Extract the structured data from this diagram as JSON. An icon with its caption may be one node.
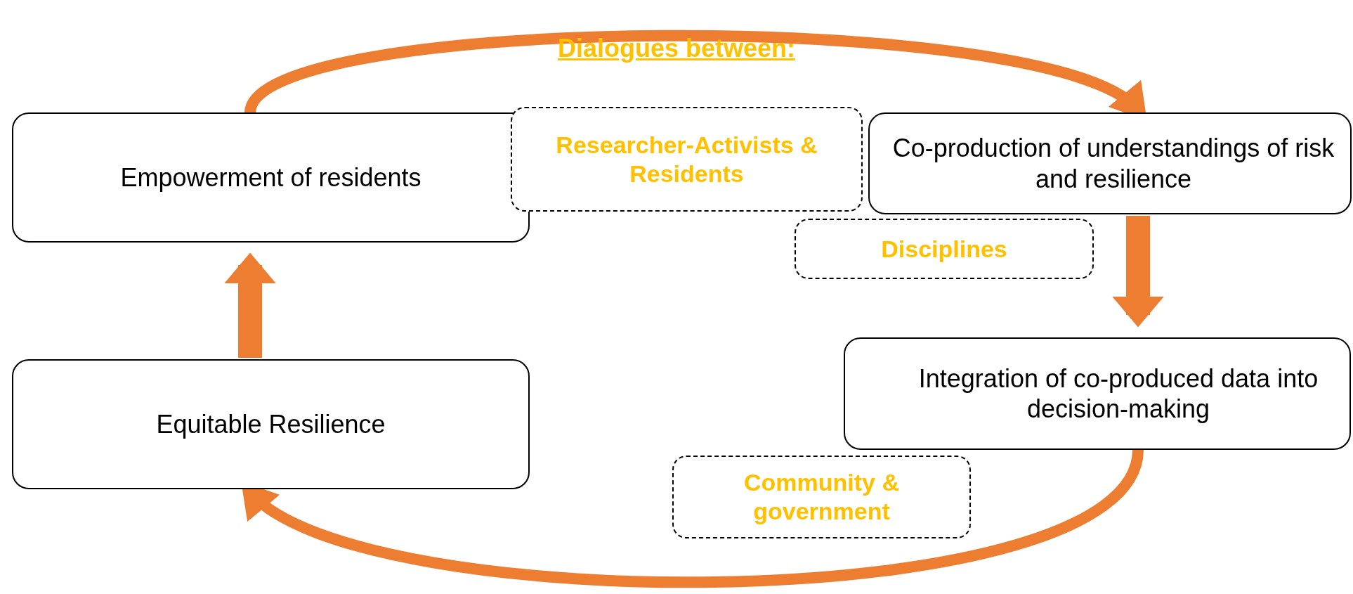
{
  "diagram": {
    "title": "Dialogues between:",
    "nodes": [
      {
        "text": [
          "Empowerment of residents"
        ]
      },
      {
        "text": [
          "Co-production of understandings of risk and resilience"
        ]
      },
      {
        "text": [
          "Integration of co-produced data into decision-making"
        ]
      },
      {
        "text": [
          "Equitable Resilience"
        ]
      },
      {
        "text": [
          "Researcher-Activists & Residents"
        ]
      },
      {
        "text": [
          "Disciplines"
        ]
      },
      {
        "text": [
          "Community & government"
        ]
      }
    ],
    "edges": [
      {
        "from": 0,
        "to": 1,
        "arrow": "to",
        "color": "#ed7d31"
      },
      {
        "from": 1,
        "to": 2,
        "arrow": "to",
        "style": "thick",
        "color": "#ed7d31"
      },
      {
        "from": 2,
        "to": 3,
        "arrow": "to",
        "color": "#ed7d31"
      },
      {
        "from": 3,
        "to": 0,
        "arrow": "to",
        "style": "thick",
        "color": "#ed7d31"
      }
    ]
  }
}
